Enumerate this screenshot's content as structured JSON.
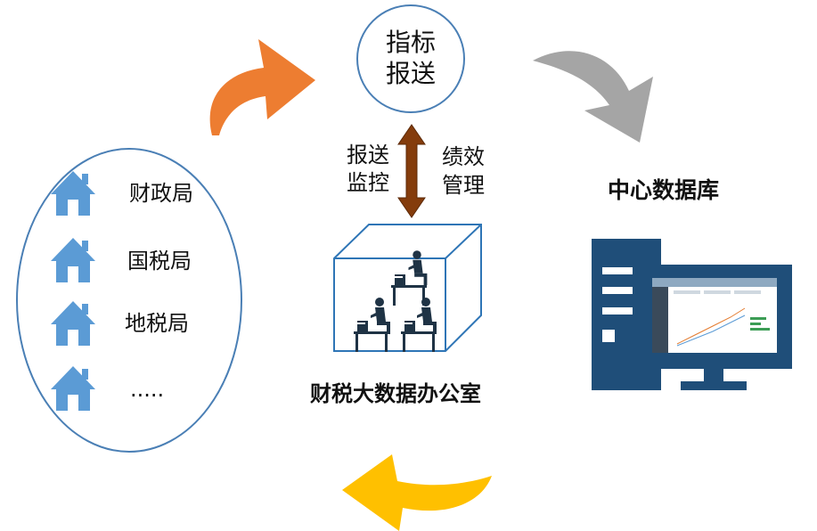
{
  "agencies": [
    {
      "label": "财政局",
      "icon": "house-icon"
    },
    {
      "label": "国税局",
      "icon": "house-icon"
    },
    {
      "label": "地税局",
      "icon": "house-icon"
    },
    {
      "label": ".....",
      "icon": "house-icon"
    }
  ],
  "center": {
    "circle_label_line1": "指标",
    "circle_label_line2": "报送",
    "left_label_line1": "报送",
    "left_label_line2": "监控",
    "right_label_line1": "绩效",
    "right_label_line2": "管理"
  },
  "office": {
    "title": "财税大数据办公室",
    "icon": "office-workers-icon"
  },
  "database": {
    "title": "中心数据库",
    "icon": "computer-monitor-icon"
  },
  "colors": {
    "house": "#5b9bd5",
    "ellipse_stroke": "#4a7fb5",
    "arrow_orange": "#ed7d31",
    "arrow_gray": "#a5a5a5",
    "arrow_yellow": "#ffc000",
    "arrow_brown": "#843c0c",
    "computer": "#1f4e79"
  }
}
